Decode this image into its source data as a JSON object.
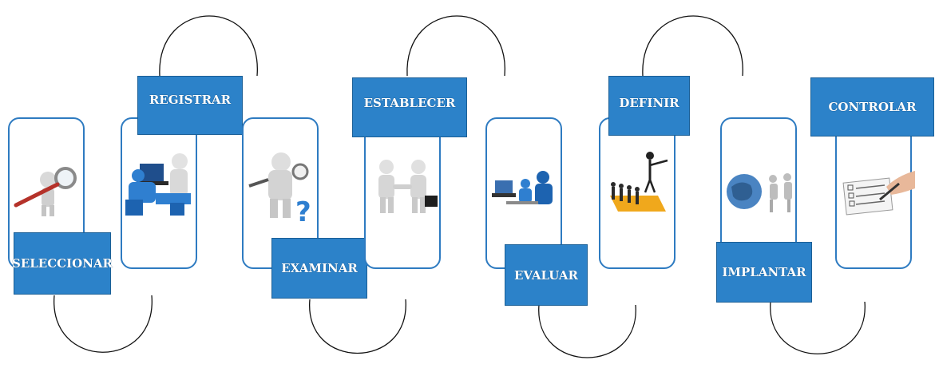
{
  "steps": [
    {
      "label": "SELECCIONAR",
      "icon": "magnifier-person-icon"
    },
    {
      "label": "REGISTRAR",
      "icon": "laptop-people-icon"
    },
    {
      "label": "EXAMINAR",
      "icon": "question-person-icon"
    },
    {
      "label": "ESTABLECER",
      "icon": "handshake-icon"
    },
    {
      "label": "EVALUAR",
      "icon": "computer-people-icon"
    },
    {
      "label": "DEFINIR",
      "icon": "leader-team-icon"
    },
    {
      "label": "IMPLANTAR",
      "icon": "globe-people-icon"
    },
    {
      "label": "CONTROLAR",
      "icon": "checklist-pen-icon"
    }
  ],
  "colors": {
    "label_fill": "#2c82c9",
    "card_border": "#2e7bc1",
    "connector": "#000000"
  }
}
